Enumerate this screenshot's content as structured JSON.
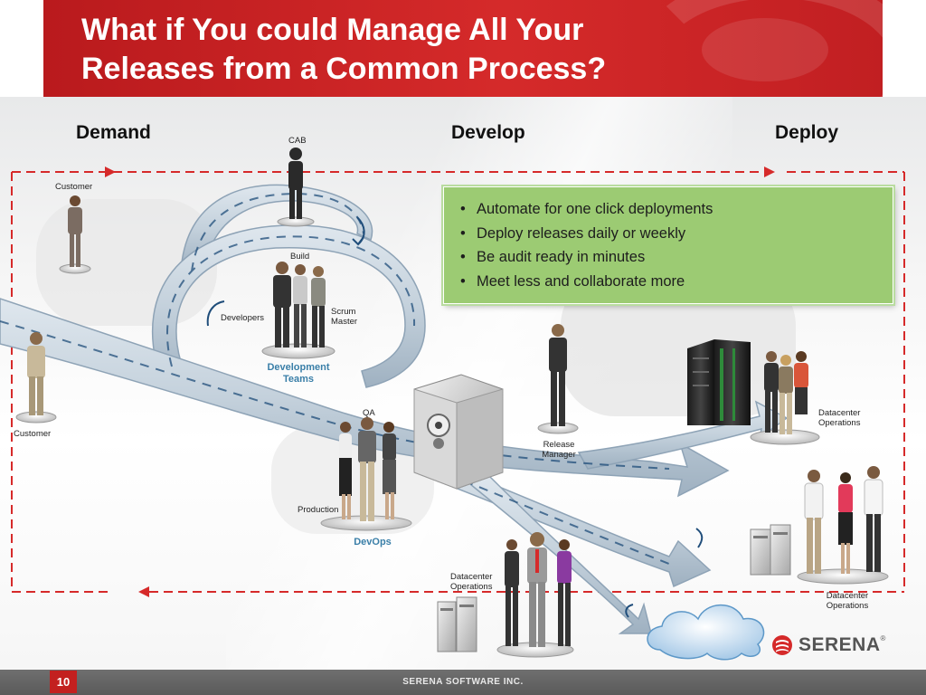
{
  "slide": {
    "title_line1": "What if You could Manage All Your",
    "title_line2": "Releases from a Common Process?",
    "page_number": "10",
    "footer": "SERENA SOFTWARE INC.",
    "logo": "SERENA",
    "logo_trademark": "®"
  },
  "phases": {
    "demand": "Demand",
    "develop": "Develop",
    "deploy": "Deploy"
  },
  "bullets": [
    "Automate for one click deployments",
    "Deploy releases daily or weekly",
    "Be audit ready in minutes",
    "Meet less and collaborate more"
  ],
  "labels": {
    "cab": "CAB",
    "customer_top": "Customer",
    "customer_left": "Customer",
    "build": "Build",
    "developers": "Developers",
    "scrum_master_1": "Scrum",
    "scrum_master_2": "Master",
    "dev_teams_1": "Development",
    "dev_teams_2": "Teams",
    "qa": "QA",
    "production": "Production",
    "devops": "DevOps",
    "release_manager_1": "Release",
    "release_manager_2": "Manager",
    "dc_ops_right_1": "Datacenter",
    "dc_ops_right_2": "Operations",
    "dc_ops_bottom_1": "Datacenter",
    "dc_ops_bottom_2": "Operations",
    "dc_ops_corner_1": "Datacenter",
    "dc_ops_corner_2": "Operations"
  },
  "colors": {
    "title_red": "#c11f22",
    "dashed_red": "#d62a2a",
    "bullet_green": "#9ccb73",
    "team_blue": "#3a7fa8",
    "footer_gray": "#666666"
  },
  "icons": [
    "vault-icon",
    "server-rack-icon",
    "server-icon",
    "cloud-icon",
    "person-icon",
    "road-arrow-icon",
    "serena-logo-icon"
  ]
}
